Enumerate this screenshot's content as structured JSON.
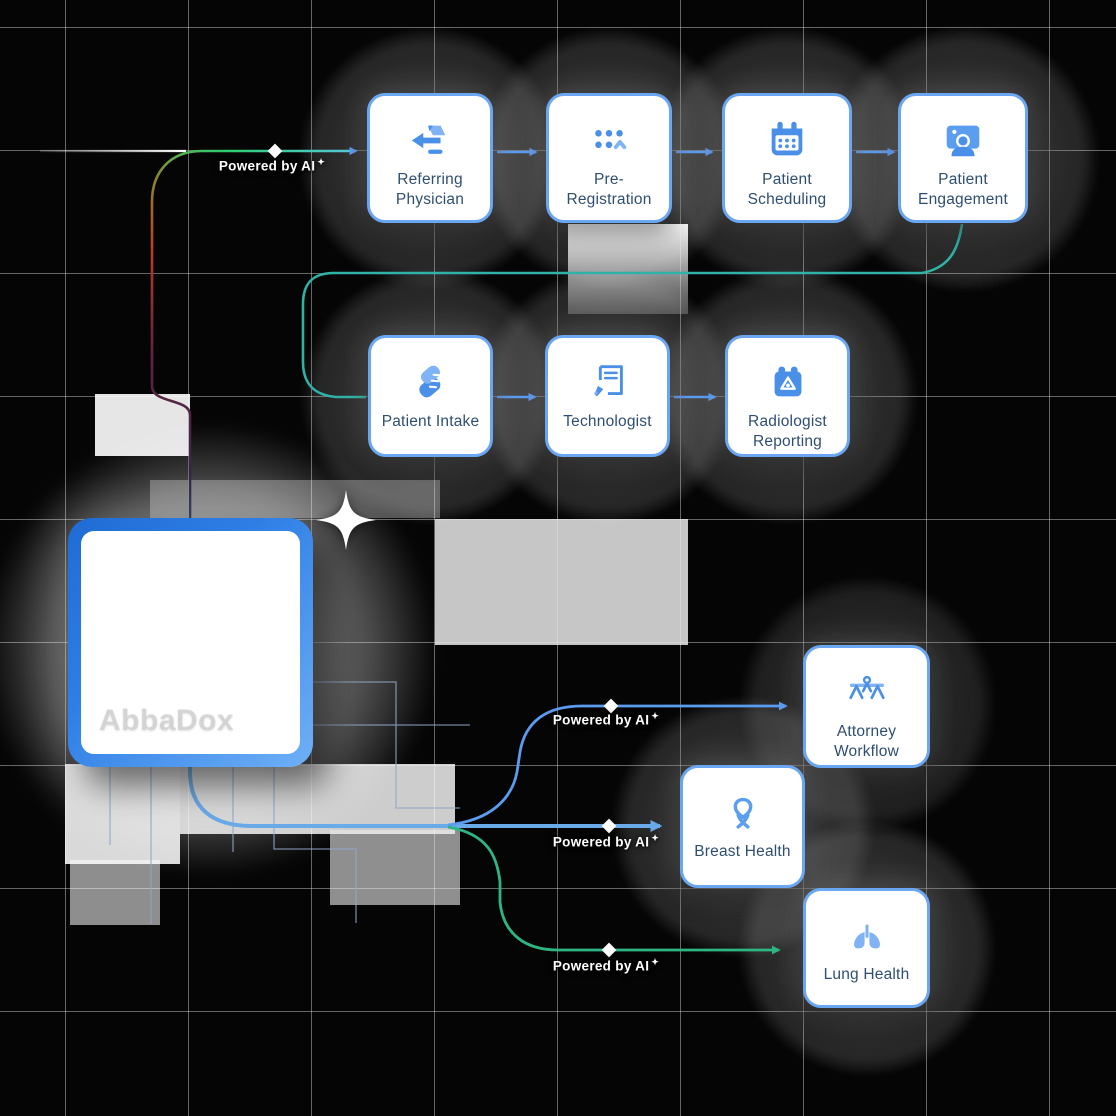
{
  "diagram": {
    "watermark": "AbbaDox",
    "powered_label": "Powered by AI",
    "sparkle_glyph": "✦"
  },
  "nodes": {
    "referring_physician": {
      "label": "Referring Physician",
      "icon": "referral-arrow-icon"
    },
    "pre_registration": {
      "label": "Pre-Registration",
      "icon": "dots-form-icon"
    },
    "patient_scheduling": {
      "label": "Patient Scheduling",
      "icon": "calendar-icon"
    },
    "patient_engagement": {
      "label": "Patient Engagement",
      "icon": "video-person-icon"
    },
    "patient_intake": {
      "label": "Patient Intake",
      "icon": "handshake-icon"
    },
    "technologist": {
      "label": "Technologist",
      "icon": "document-pen-icon"
    },
    "radiologist_reporting": {
      "label": "Radiologist Reporting",
      "icon": "radiology-bag-icon"
    },
    "attorney_workflow": {
      "label": "Attorney Workflow",
      "icon": "scales-icon"
    },
    "breast_health": {
      "label": "Breast Health",
      "icon": "ribbon-icon"
    },
    "lung_health": {
      "label": "Lung Health",
      "icon": "lungs-icon"
    }
  },
  "colors": {
    "card_border": "#6aa6f2",
    "card_text": "#2e4e72",
    "icon_blue": "#4a90e8",
    "icon_light_blue": "#7fb3f5",
    "arrow_blue": "#5b9bf0",
    "flow_light_blue": "#6aaae8",
    "flow_green": "#2db583",
    "flow_teal": "#2eb3a6",
    "hub_gradient_start": "#1f6bd4",
    "hub_gradient_end": "#6fb0f6",
    "label_white": "#ffffff"
  }
}
